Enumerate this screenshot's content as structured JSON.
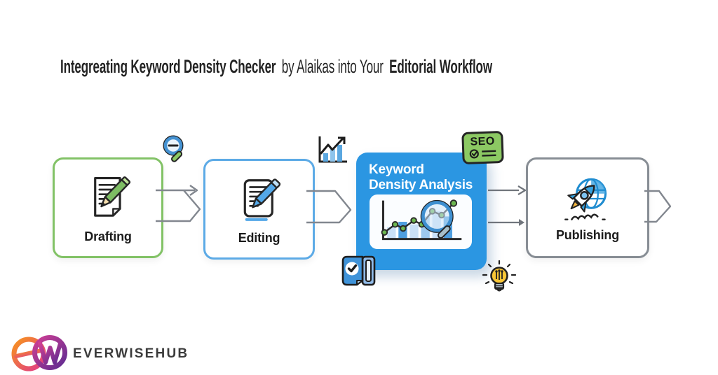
{
  "title": {
    "lead": "Integreating Keyword Density Checker",
    "middle": "by Alaikas into Your",
    "tail": "Editorial Workflow"
  },
  "steps": {
    "drafting": {
      "label": "Drafting"
    },
    "editing": {
      "label": "Editing"
    },
    "analysis": {
      "line1": "Keyword",
      "line2": "Density Analysis"
    },
    "publishing": {
      "label": "Publishing"
    }
  },
  "badges": {
    "seo": "SEO"
  },
  "brand": {
    "name": "EVERWISEHUB"
  },
  "colors": {
    "drafting_border": "#82c266",
    "editing_border": "#5caae6",
    "analysis_bg": "#2b96e2",
    "publishing_border": "#878d94",
    "seo_badge_bg": "#8cc963",
    "arrow_gray": "#82878f",
    "title_text": "#232323",
    "brand_text": "#3b3b3b",
    "logo_gradient_start": "#f7941d",
    "logo_gradient_end": "#5f2c91"
  },
  "icons": {
    "document_pencil": "document-with-pencil",
    "document_pen": "document-with-pen",
    "rocket_globe": "rocket-launch-globe",
    "magnifier_minus": "zoom-out-magnifier",
    "trend_chart": "bar-chart-trend-arrow",
    "seo_checklist": "check-circle-with-lines",
    "task_check": "completed-task-card",
    "lightbulb": "idea-lightbulb",
    "analysis_chart": "keyword-density-chart-with-magnifier",
    "brand_monogram": "ew-gradient-monogram"
  }
}
